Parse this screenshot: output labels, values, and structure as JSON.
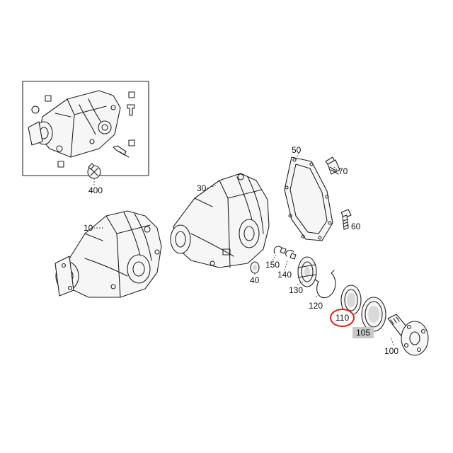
{
  "callouts": {
    "p400": "400",
    "p10": "10",
    "p30": "30",
    "p50": "50",
    "p70": "70",
    "p60": "60",
    "p40": "40",
    "p150": "150",
    "p140": "140",
    "p130": "130",
    "p120": "120",
    "p110": "110",
    "p105": "105",
    "p100": "100"
  },
  "highlight": {
    "circled": "110",
    "circle_color": "#e02020",
    "boxed": "105",
    "box_color": "#c8c8c8"
  }
}
